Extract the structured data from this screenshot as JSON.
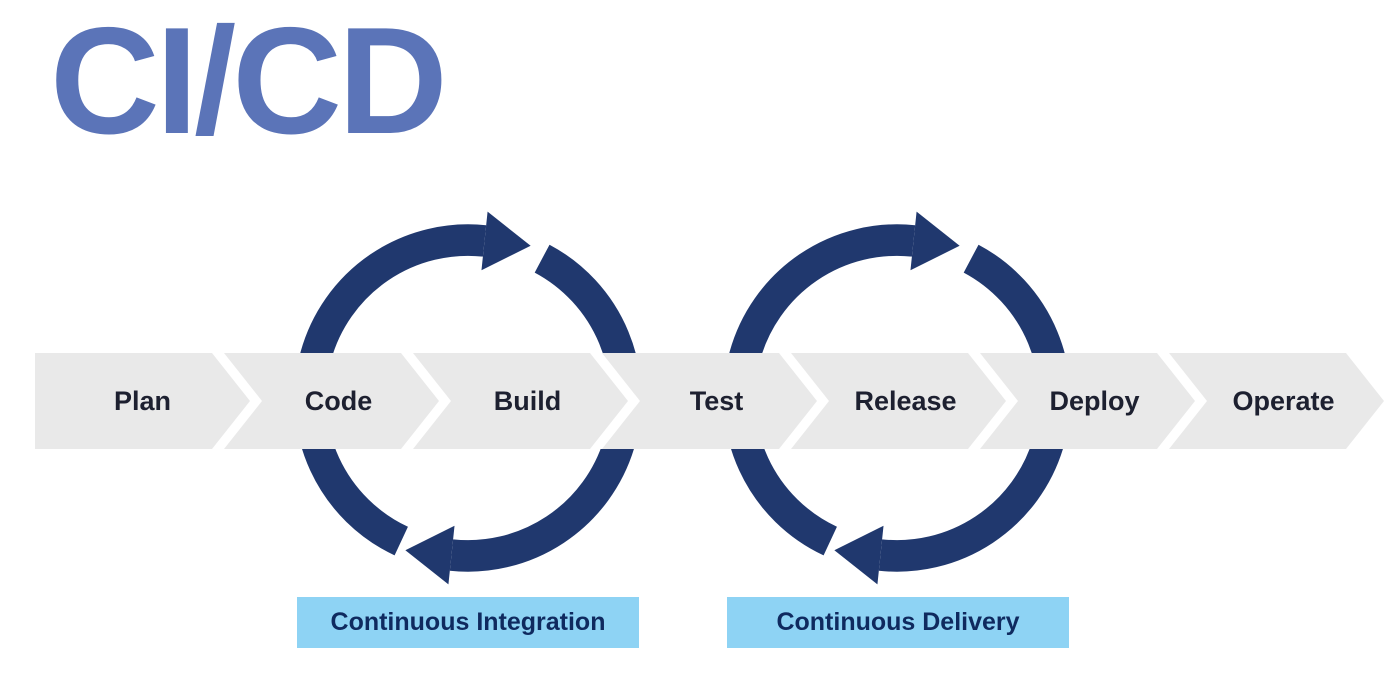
{
  "title": "CI/CD",
  "pipeline": {
    "stages": [
      "Plan",
      "Code",
      "Build",
      "Test",
      "Release",
      "Deploy",
      "Operate"
    ]
  },
  "loops": [
    {
      "name": "continuous-integration",
      "label": "Continuous Integration",
      "icon": "cycle-arrows-icon"
    },
    {
      "name": "continuous-delivery",
      "label": "Continuous Delivery",
      "icon": "cycle-arrows-icon"
    }
  ],
  "colors": {
    "title": "#5b74b8",
    "chevron": "#e9e9e9",
    "stage_text": "#1d2030",
    "loop": "#20386e",
    "label_bg": "#8ed3f4",
    "label_text": "#0f2a5f"
  }
}
